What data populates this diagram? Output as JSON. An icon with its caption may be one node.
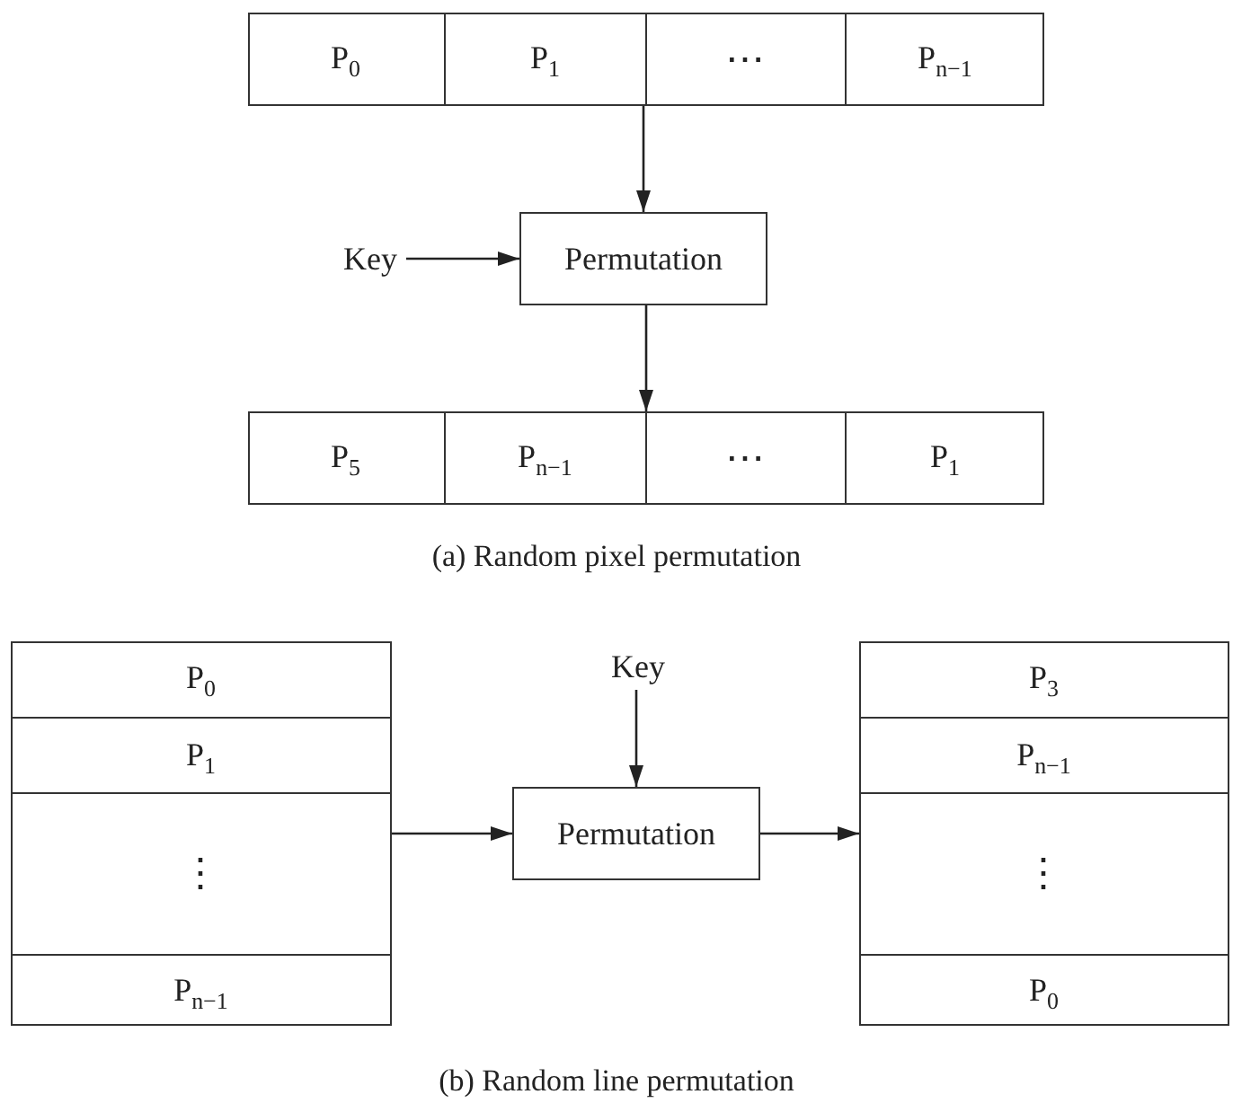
{
  "diagram": {
    "nodes": [
      {
        "text": [],
        "shape": "box"
      },
      {
        "text": [
          "P$_{0}$"
        ],
        "in": 0
      },
      {
        "text": [
          "P$_{1}$"
        ],
        "in": 0
      },
      {
        "text": [
          "⋯"
        ],
        "in": 0
      },
      {
        "text": [
          "P$_{n−1}$"
        ],
        "in": 0
      },
      {
        "text": [
          "Key"
        ]
      },
      {
        "text": [
          "Permutation"
        ]
      },
      {
        "text": [],
        "shape": "box"
      },
      {
        "text": [
          "P$_{5}$"
        ],
        "in": 7
      },
      {
        "text": [
          "P$_{n−1}$"
        ],
        "in": 7
      },
      {
        "text": [
          "⋯"
        ],
        "in": 7
      },
      {
        "text": [
          "P$_{1}$"
        ],
        "in": 7
      },
      {
        "text": [],
        "shape": "box"
      },
      {
        "text": [
          "P$_{0}$"
        ],
        "in": 12
      },
      {
        "text": [
          "P$_{1}$"
        ],
        "in": 12
      },
      {
        "text": [
          "⋮"
        ],
        "in": 12
      },
      {
        "text": [
          "P$_{n−1}$"
        ],
        "in": 12
      },
      {
        "text": [
          "Key"
        ]
      },
      {
        "text": [
          "Permutation"
        ]
      },
      {
        "text": [],
        "shape": "box"
      },
      {
        "text": [
          "P$_{3}$"
        ],
        "in": 19
      },
      {
        "text": [
          "P$_{n−1}$"
        ],
        "in": 19
      },
      {
        "text": [
          "⋮"
        ],
        "in": 19
      },
      {
        "text": [
          "P$_{0}$"
        ],
        "in": 19
      }
    ],
    "edges": [
      {
        "from": 0,
        "to": 6,
        "arrow": "to"
      },
      {
        "from": 5,
        "to": 6,
        "arrow": "to"
      },
      {
        "from": 6,
        "to": 7,
        "arrow": "to"
      },
      {
        "from": 17,
        "to": 18,
        "arrow": "to"
      },
      {
        "from": 12,
        "to": 18,
        "arrow": "to"
      },
      {
        "from": 18,
        "to": 19,
        "arrow": "to"
      }
    ],
    "labels": [
      "(a) Random pixel permutation",
      "(b) Random line permutation"
    ]
  }
}
